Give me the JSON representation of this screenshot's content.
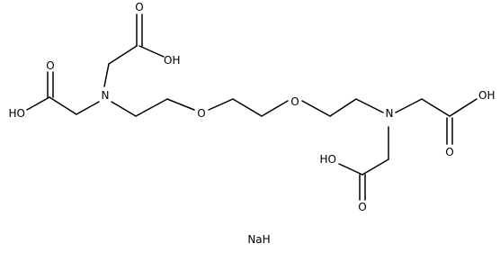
{
  "molecule": {
    "atoms": {
      "n_left": "N",
      "n_right": "N",
      "o_ether_1": "O",
      "o_ether_2": "O",
      "o_carbonyl_top": "O",
      "oh_top": "OH",
      "o_carbonyl_left": "O",
      "oh_left": "HO",
      "oh_right": "OH",
      "o_carbonyl_right": "O",
      "oh_bottom": "HO",
      "o_carbonyl_bottom": "O"
    },
    "counterion": "NaH"
  }
}
